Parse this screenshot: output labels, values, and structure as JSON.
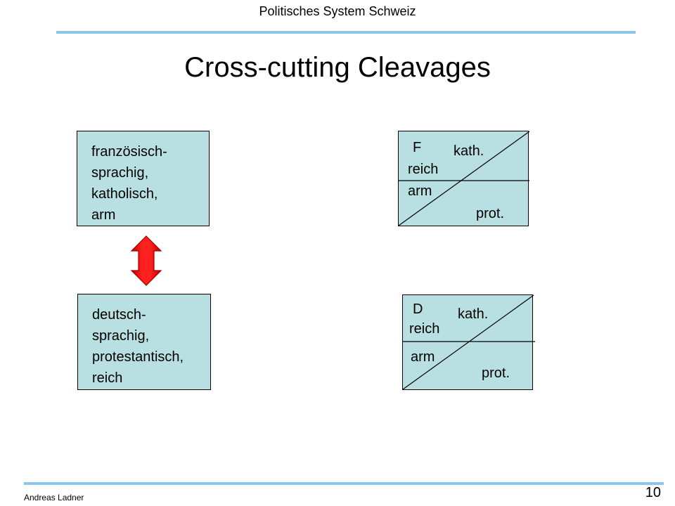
{
  "header": {
    "title": "Politisches System Schweiz"
  },
  "slide": {
    "title": "Cross-cutting Cleavages"
  },
  "left_boxes": {
    "top": [
      "französisch-",
      "sprachig,",
      "katholisch,",
      "arm"
    ],
    "bottom": [
      "deutsch-",
      "sprachig,",
      "protestantisch,",
      "reich"
    ]
  },
  "cells": {
    "f": {
      "letter": "F",
      "upper_right": "kath.",
      "upper_left": "reich",
      "lower_left": "arm",
      "lower_right": "prot."
    },
    "d": {
      "letter": "D",
      "upper_right": "kath.",
      "upper_left": "reich",
      "lower_left": "arm",
      "lower_right": "prot."
    }
  },
  "colors": {
    "box_fill": "#b8e0e2",
    "arrow_fill": "#ff0000",
    "rule": "#8ec6ea"
  },
  "footer": {
    "author": "Andreas Ladner",
    "page": "10"
  }
}
